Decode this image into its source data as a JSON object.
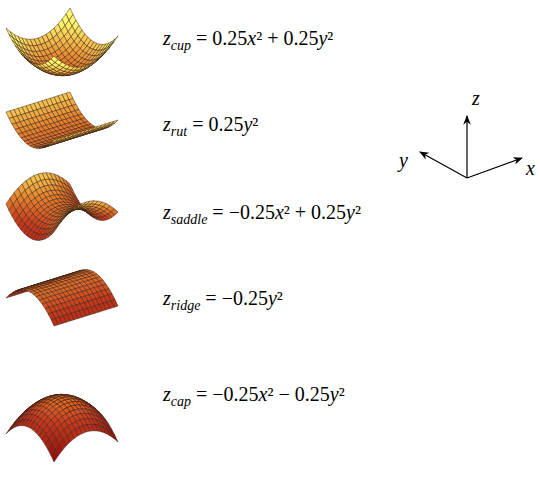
{
  "diagram": {
    "labels": [
      "zcup = 0.25x² + 0.25y²",
      "zrut = 0.25y²",
      "zsaddle = −0.25x² + 0.25y²",
      "zridge = −0.25y²",
      "zcap = −0.25x² − 0.25y²",
      "z",
      "y",
      "x"
    ]
  }
}
